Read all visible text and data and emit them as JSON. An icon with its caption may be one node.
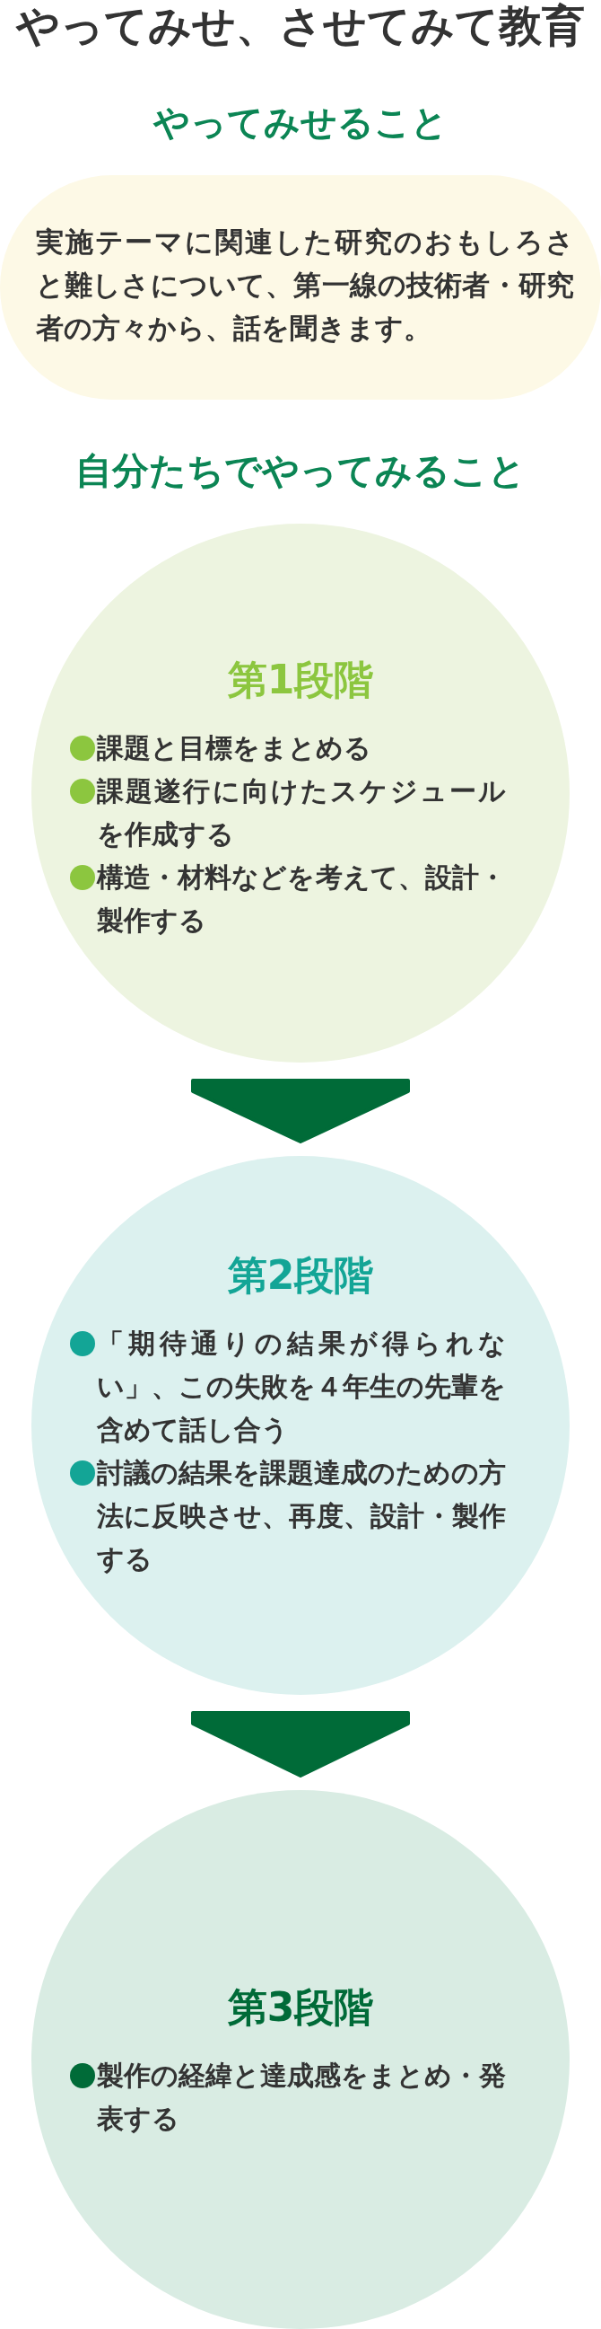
{
  "diagram": {
    "title": "やってみせ、させてみて教育",
    "nodes": [
      {
        "text": [
          "実施テーマに関連した研究のおもしろさと難しさについて、第一線の技術者・研究者の方々から、話を聞きます。"
        ]
      },
      {
        "text": [
          "第1段階",
          "課題と目標をまとめる",
          "課題遂行に向けたスケジュールを作成する",
          "構造・材料などを考えて、設計・製作する"
        ]
      },
      {
        "text": [
          "第2段階",
          "「期待通りの結果が得られない」、この失敗を４年生の先輩を含めて話し合う",
          "討議の結果を課題達成のための方法に反映させ、再度、設計・製作する"
        ]
      },
      {
        "text": [
          "第3段階",
          "製作の経緯と達成感をまとめ・発表する"
        ]
      }
    ],
    "edges": [
      {
        "from": 1,
        "to": 2,
        "arrow": "to"
      },
      {
        "from": 2,
        "to": 3,
        "arrow": "to"
      }
    ],
    "labels": [
      "やってみせること",
      "自分たちでやってみること"
    ]
  }
}
